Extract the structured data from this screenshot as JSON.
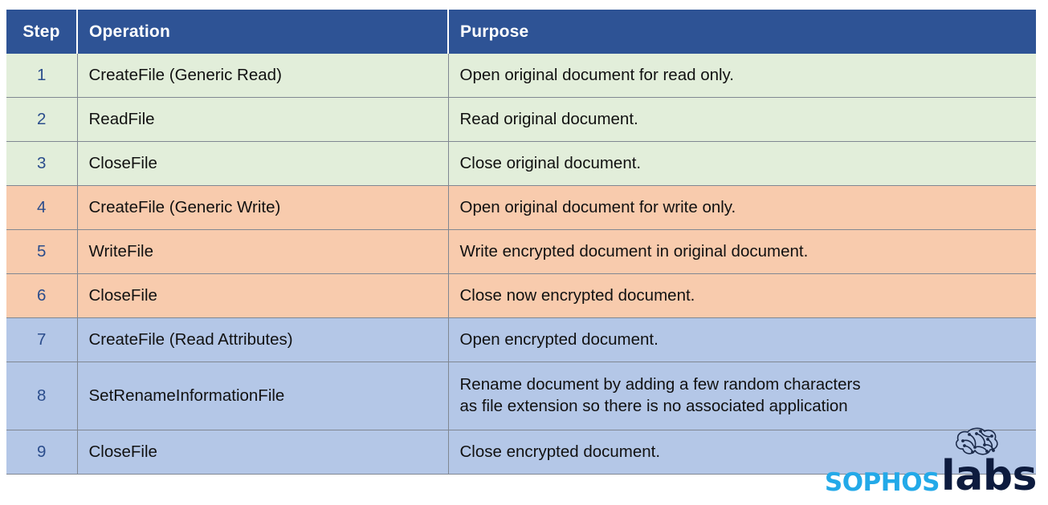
{
  "table": {
    "headers": [
      "Step",
      "Operation",
      "Purpose"
    ],
    "rows": [
      {
        "step": "1",
        "operation": "CreateFile (Generic Read)",
        "purpose_lines": [
          "Open original document for read only."
        ],
        "band": "green"
      },
      {
        "step": "2",
        "operation": "ReadFile",
        "purpose_lines": [
          "Read original document."
        ],
        "band": "green"
      },
      {
        "step": "3",
        "operation": "CloseFile",
        "purpose_lines": [
          "Close original document."
        ],
        "band": "green"
      },
      {
        "step": "4",
        "operation": "CreateFile (Generic Write)",
        "purpose_lines": [
          "Open original document for write only."
        ],
        "band": "orange"
      },
      {
        "step": "5",
        "operation": "WriteFile",
        "purpose_lines": [
          "Write encrypted document in original document."
        ],
        "band": "orange"
      },
      {
        "step": "6",
        "operation": "CloseFile",
        "purpose_lines": [
          "Close now encrypted document."
        ],
        "band": "orange"
      },
      {
        "step": "7",
        "operation": "CreateFile (Read Attributes)",
        "purpose_lines": [
          "Open encrypted document."
        ],
        "band": "blue"
      },
      {
        "step": "8",
        "operation": "SetRenameInformationFile",
        "purpose_lines": [
          "Rename document by adding a few random characters",
          "as file extension so there is no associated application"
        ],
        "band": "blue"
      },
      {
        "step": "9",
        "operation": "CloseFile",
        "purpose_lines": [
          "Close encrypted document."
        ],
        "band": "blue"
      }
    ]
  },
  "logo": {
    "brand_primary": "sophos",
    "brand_secondary": "labs",
    "icon": "circuit-brain-icon"
  },
  "colors": {
    "header_blue": "#2E5395",
    "band_green": "#E2EEDA",
    "band_orange": "#F8CBAD",
    "band_blue": "#B4C7E7",
    "step_text": "#2B4D8C",
    "logo_cyan": "#23A9E8",
    "logo_navy": "#0D1B3E",
    "grid_line": "#808792"
  }
}
